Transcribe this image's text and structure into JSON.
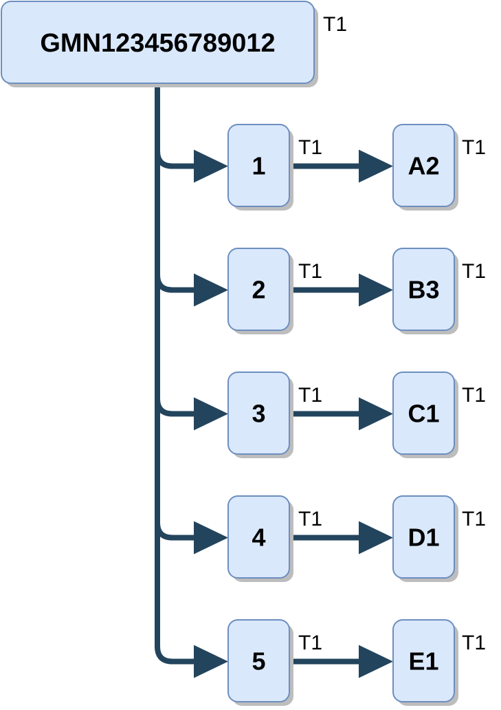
{
  "root": {
    "label": "GMN123456789012",
    "tag": "T1"
  },
  "rows": [
    {
      "left": {
        "label": "1",
        "tag": "T1"
      },
      "right": {
        "label": "A2",
        "tag": "T1"
      }
    },
    {
      "left": {
        "label": "2",
        "tag": "T1"
      },
      "right": {
        "label": "B3",
        "tag": "T1"
      }
    },
    {
      "left": {
        "label": "3",
        "tag": "T1"
      },
      "right": {
        "label": "C1",
        "tag": "T1"
      }
    },
    {
      "left": {
        "label": "4",
        "tag": "T1"
      },
      "right": {
        "label": "D1",
        "tag": "T1"
      }
    },
    {
      "left": {
        "label": "5",
        "tag": "T1"
      },
      "right": {
        "label": "E1",
        "tag": "T1"
      }
    }
  ],
  "colors": {
    "node_fill": "#dae8fc",
    "node_stroke": "#6c8ebf",
    "edge": "#23445d"
  }
}
